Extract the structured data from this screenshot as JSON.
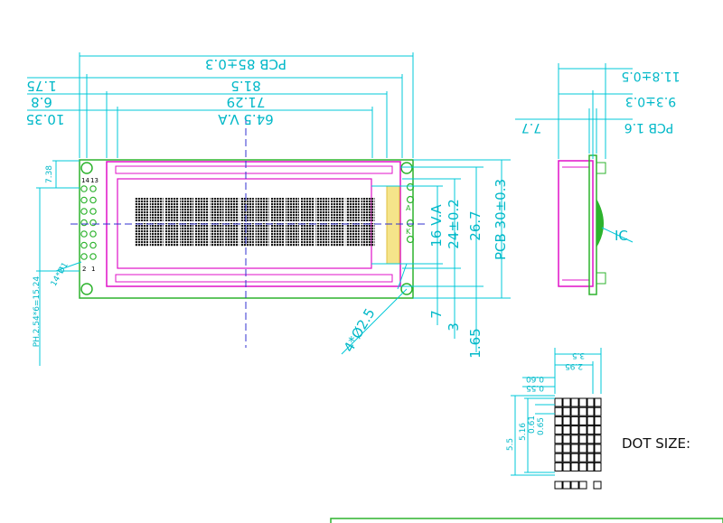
{
  "colors": {
    "dimension": "#00c8d8",
    "pcb": "#2db32d",
    "bezel": "#e010c8",
    "center_line": "#3030d0",
    "pads": "#2db32d",
    "ic": "#2db32d"
  },
  "front_view": {
    "top_dims": [
      "PCB 85±0.3",
      "81.5",
      "71.29",
      "64.5 V.A"
    ],
    "left_dims": [
      "1.75",
      "6.8",
      "10.35"
    ],
    "right_dims": [
      "16 V.A",
      "24±0.2",
      "26.7",
      "PCB 30±0.3"
    ],
    "bottom_dims": [
      "7",
      "3",
      "1.65"
    ],
    "hole_label": "4*Ø2.5",
    "pin_labels": {
      "top_left": "14",
      "top_right": "13",
      "bottom_left": "2",
      "bottom_right": "1"
    },
    "pitch_label": "PH.2.54*6=15.24",
    "pad_label": "14*Ø1",
    "left_top_dim": "7.38",
    "backlight_labels": [
      "A",
      "K"
    ]
  },
  "side_view": {
    "dims": [
      "11.8±0.5",
      "9.3±0.3",
      "PCB 1.6",
      "7.7"
    ],
    "ic_label": "IC"
  },
  "dot_detail": {
    "dims": [
      "3.5",
      "2.95",
      "0.60",
      "0.55",
      "5.5",
      "5.16",
      "0.61",
      "0.65"
    ],
    "caption": "DOT SIZE:"
  }
}
